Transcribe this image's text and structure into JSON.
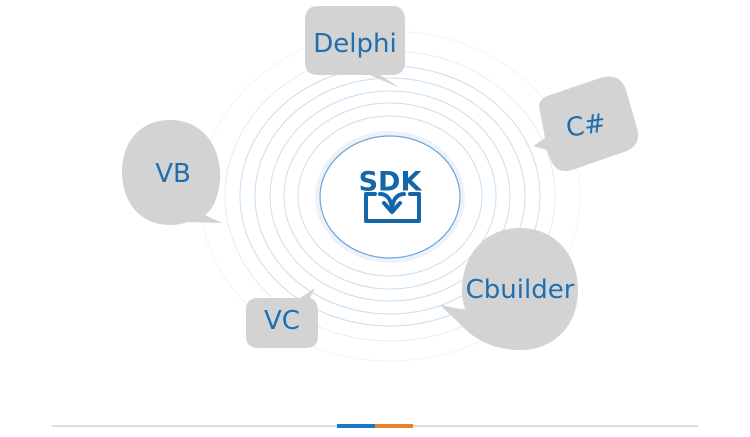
{
  "center": {
    "title": "SDK",
    "icon": "download-tray-icon"
  },
  "languages": [
    {
      "label": "Delphi"
    },
    {
      "label": "C#"
    },
    {
      "label": "VB"
    },
    {
      "label": "VC"
    },
    {
      "label": "Cbuilder"
    }
  ],
  "colors": {
    "accent_blue": "#1a78c8",
    "accent_orange": "#e8832a",
    "text_blue": "#1f6fb0",
    "bubble_gray": "#d2d2d2"
  }
}
